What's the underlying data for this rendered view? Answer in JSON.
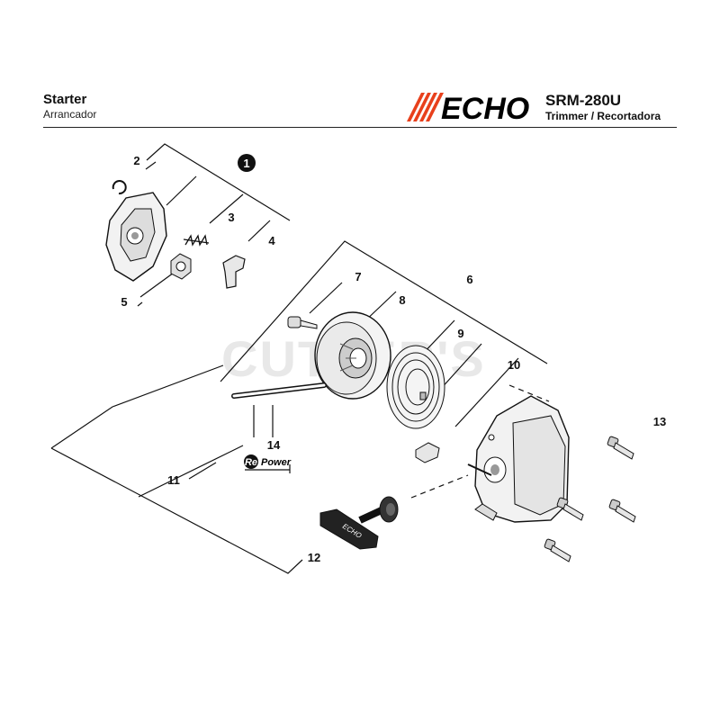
{
  "header": {
    "title": "Starter",
    "subtitle": "Arrancador",
    "model": "SRM-280U",
    "model_subtitle": "Trimmer / Recortadora",
    "brand": "ECHO",
    "brand_color": "#e8401c"
  },
  "watermark": "CUTTER'S",
  "callouts": {
    "c1": "1",
    "c2": "2",
    "c3": "3",
    "c4": "4",
    "c5": "5",
    "c6": "6",
    "c7": "7",
    "c8": "8",
    "c9": "9",
    "c10": "10",
    "c11": "11",
    "c12": "12",
    "c13": "13",
    "c14": "14"
  },
  "repower": {
    "prefix": "Re",
    "suffix": "Power"
  },
  "handle_text": "ECHO"
}
